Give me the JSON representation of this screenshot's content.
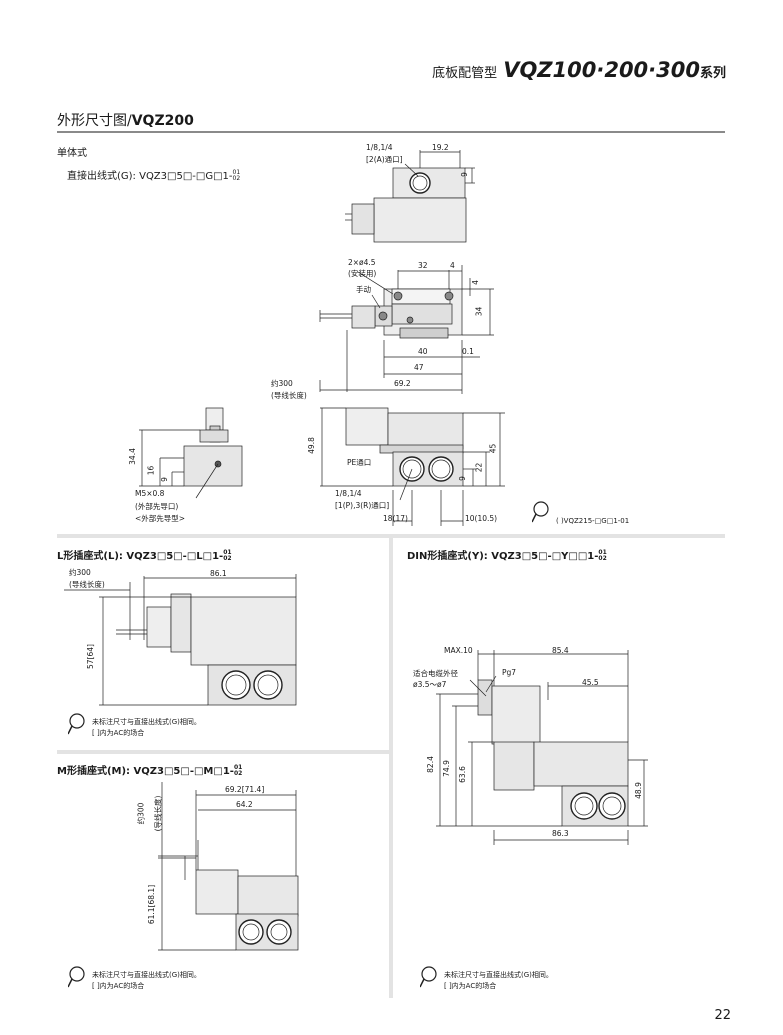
{
  "header": {
    "series_prefix": "底板配管型",
    "series_name": "VQZ100·200·300",
    "series_suffix": "系列"
  },
  "section": {
    "title_cn": "外形尺寸图/",
    "title_model": "VQZ200"
  },
  "single": {
    "label": "单体式",
    "g_title": "直接出线式(G): VQZ3□5□-□G□1-",
    "g_sup": "01",
    "g_sub": "02"
  },
  "g_dims": {
    "port_a": "1/8,1/4",
    "port_a_note": "[2(A)通口]",
    "d19_2": "19.2",
    "d9_top": "9",
    "holes": "2×ø4.5",
    "holes_note": "(安装用)",
    "d32": "32",
    "d4a": "4",
    "d4b": "4",
    "manual": "手动",
    "d34": "34",
    "d40": "40",
    "d0_1": "0.1",
    "d47": "47",
    "lead": "约300",
    "lead_note": "(导线长度)",
    "d69_2": "69.2",
    "d34_4": "34.4",
    "d16": "16",
    "d9_side": "9",
    "m5": "M5×0.8",
    "m5_note1": "(外部先导口)",
    "m5_note2": "<外部先导型>",
    "d49_8": "49.8",
    "pe": "PE通口",
    "d9_front": "9",
    "d22": "22",
    "d45": "45",
    "port_pr": "1/8,1/4",
    "port_pr_note": "[1(P),3(R)通口]",
    "d18": "18(17)",
    "d10": "10(10.5)",
    "ref": "(    )VQZ215-□G□1-01"
  },
  "l_type": {
    "title": "L形插座式(L): VQZ3□5□-□L□1-",
    "sup": "01",
    "sub": "02",
    "lead": "约300",
    "lead_note": "(导线长度)",
    "d86_1": "86.1",
    "d57": "57[64]",
    "note1": "未标注尺寸与直接出线式(G)相同。",
    "note2": "[    ]内为AC的场合"
  },
  "m_type": {
    "title": "M形插座式(M): VQZ3□5□-□M□1-",
    "sup": "01",
    "sub": "02",
    "d69_2": "69.2[71.4]",
    "d64_2": "64.2",
    "lead": "约300",
    "lead_note": "(导线长度)",
    "d61_1": "61.1[68.1]",
    "note1": "未标注尺寸与直接出线式(G)相同。",
    "note2": "[    ]内为AC的场合"
  },
  "din_type": {
    "title": "DIN形插座式(Y): VQZ3□5□-□Y□□1-",
    "sup": "01",
    "sub": "02",
    "max10": "MAX.10",
    "d85_4": "85.4",
    "cable": "适合电缆外径",
    "cable_range": "ø3.5～ø7",
    "pg7": "Pg7",
    "d45_5": "45.5",
    "d82_4": "82.4",
    "d74_9": "74.9",
    "d63_6": "63.6",
    "d48_9": "48.9",
    "d86_3": "86.3",
    "note1": "未标注尺寸与直接出线式(G)相同。",
    "note2": "[    ]内为AC的场合"
  },
  "page_number": "22"
}
